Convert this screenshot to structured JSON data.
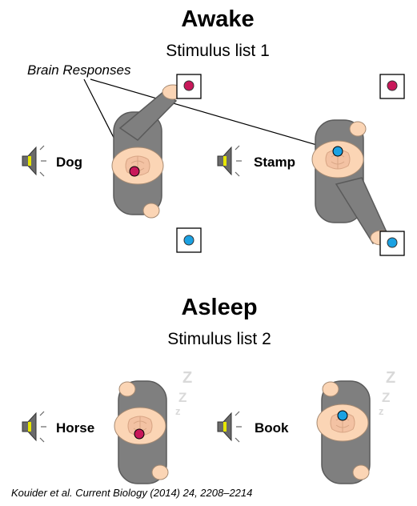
{
  "awake": {
    "title": "Awake",
    "subtitle": "Stimulus list 1",
    "annotation": "Brain Responses",
    "words": [
      "Dog",
      "Stamp"
    ]
  },
  "asleep": {
    "title": "Asleep",
    "subtitle": "Stimulus list 2",
    "sleep_letters": [
      "Z",
      "Z",
      "z"
    ],
    "words": [
      "Horse",
      "Book"
    ]
  },
  "citation": "Kouider et al. Current Biology (2014) 24, 2208–2214",
  "colors": {
    "magenta_response": "#c8185a",
    "blue_response": "#1ba1e2",
    "body": "#7f7f7f",
    "skin": "#fbd5b5"
  },
  "icons": [
    "speaker-icon",
    "button-box-icon",
    "sleep-z-icon"
  ]
}
